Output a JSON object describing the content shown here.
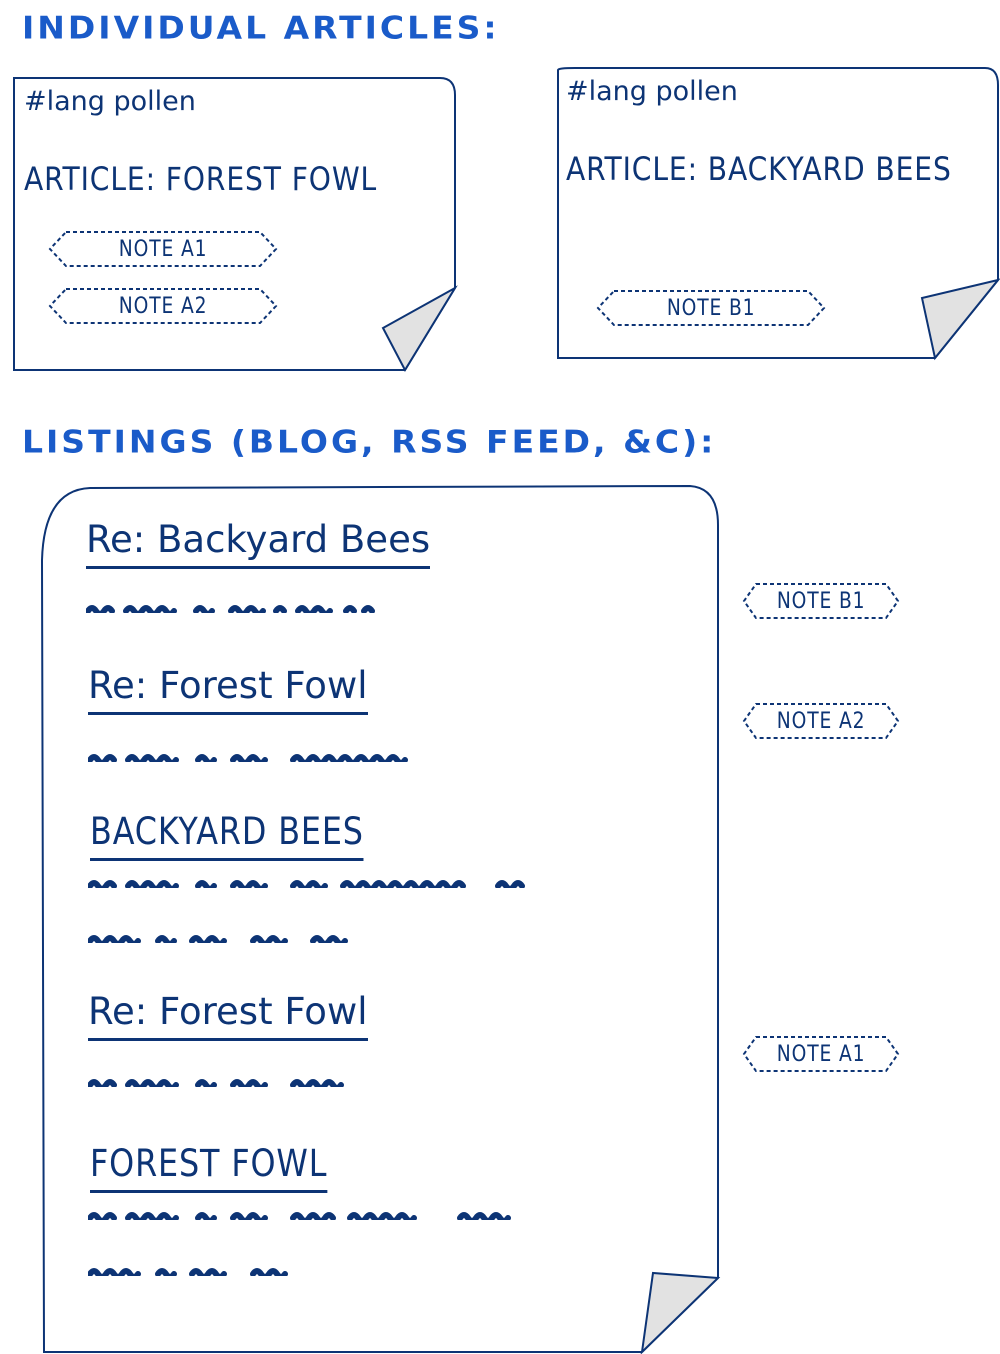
{
  "sections": {
    "individual": {
      "heading": "INDIVIDUAL ARTICLES:",
      "articles": [
        {
          "tag": "#lang pollen",
          "title": "ARTICLE: FOREST FOWL",
          "notes": [
            "NOTE A1",
            "NOTE A2"
          ]
        },
        {
          "tag": "#lang pollen",
          "title": "ARTICLE: BACKYARD BEES",
          "notes": [
            "NOTE B1"
          ]
        }
      ]
    },
    "listings": {
      "heading": "LISTINGS (BLOG, RSS FEED, &C):",
      "entries": [
        {
          "title": "Re: Backyard Bees",
          "note": "NOTE B1",
          "text_lines": 1
        },
        {
          "title": "Re: Forest Fowl",
          "note": "NOTE A2",
          "text_lines": 1
        },
        {
          "title": "BACKYARD BEES",
          "note": null,
          "text_lines": 2
        },
        {
          "title": "Re: Forest Fowl",
          "note": "NOTE A1",
          "text_lines": 1
        },
        {
          "title": "FOREST FOWL",
          "note": null,
          "text_lines": 2
        }
      ]
    }
  },
  "colors": {
    "heading": "#1a5bc9",
    "ink": "#0d3475",
    "fold": "#e2e2e2"
  }
}
